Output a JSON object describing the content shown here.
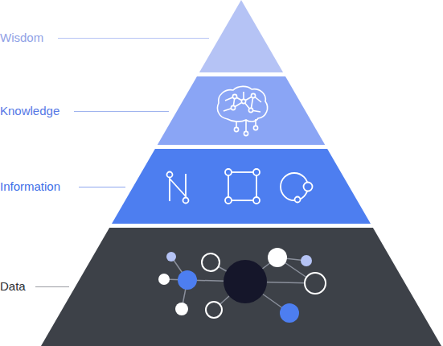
{
  "diagram": {
    "nodes": [
      {
        "text": [
          "Wisdom"
        ]
      },
      {
        "text": [
          "Knowledge"
        ]
      },
      {
        "text": [
          "Information"
        ]
      },
      {
        "text": [
          "Data"
        ]
      }
    ]
  }
}
